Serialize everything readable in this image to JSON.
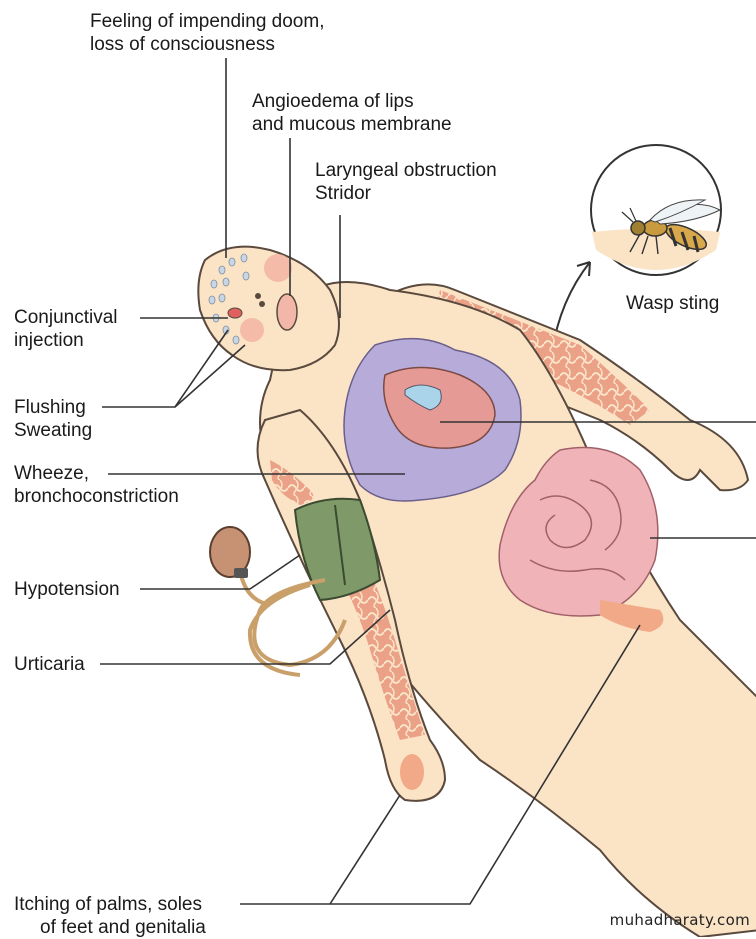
{
  "labels": {
    "doom": [
      "Feeling of impending doom,",
      "loss of consciousness"
    ],
    "angioedema": [
      "Angioedema of lips",
      "and mucous membrane"
    ],
    "laryngeal": [
      "Laryngeal obstruction",
      "Stridor"
    ],
    "conjunctival": [
      "Conjunctival",
      "injection"
    ],
    "flushing": [
      "Flushing",
      "Sweating"
    ],
    "wheeze": [
      "Wheeze,",
      "bronchoconstriction"
    ],
    "hypotension": "Hypotension",
    "urticaria": "Urticaria",
    "itching": [
      "Itching of palms, soles",
      "of feet and genitalia"
    ],
    "wasp": "Wasp sting"
  },
  "watermark": "muhadharaty.com",
  "colors": {
    "skin": "#fbe3c6",
    "skin_outline": "#5a4a3e",
    "rash": "#e8967a",
    "lung": "#b7acd9",
    "heart": "#e69a95",
    "bowel": "#f0b3b8",
    "cuff": "#7f9a68",
    "bulb": "#c79274"
  }
}
